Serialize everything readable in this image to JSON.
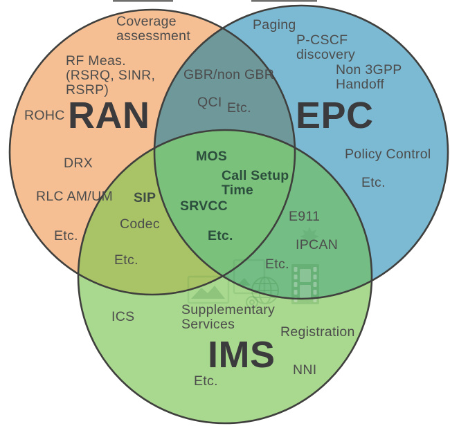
{
  "diagram_type": "venn-3",
  "colors": {
    "ran_fill": "#F6BF93",
    "epc_fill": "#7CBAD3",
    "ims_fill": "#A9D98E",
    "ran_epc_fill": "#6F989B",
    "ran_ims_fill": "#A8C466",
    "epc_ims_fill": "#74BD84",
    "center_fill": "#7AC17C",
    "outline": "#3F3F3D",
    "label_text": "#4C4C4C",
    "center_label_text": "#2C4E3D",
    "title_text": "#3B3B3D",
    "watermark": "#2E7C3E"
  },
  "regions": {
    "ran": {
      "title": "RAN",
      "items": {
        "coverage": "Coverage\nassessment",
        "rf_meas": "RF Meas.\n(RSRQ, SINR,\nRSRP)",
        "rohc": "ROHC",
        "drx": "DRX",
        "rlc_am_um": "RLC AM/UM",
        "etc": "Etc."
      }
    },
    "epc": {
      "title": "EPC",
      "items": {
        "paging": "Paging",
        "pcscf_discovery": "P-CSCF\ndiscovery",
        "non_3gpp_handoff": "Non 3GPP\nHandoff",
        "policy_control": "Policy Control",
        "etc": "Etc."
      }
    },
    "ims": {
      "title": "IMS",
      "items": {
        "ics": "ICS",
        "supplementary_services": "Supplementary\nServices",
        "registration": "Registration",
        "nni": "NNI",
        "etc": "Etc."
      }
    },
    "ran_epc": {
      "items": {
        "gbr": "GBR/non GBR",
        "qci": "QCI",
        "etc": "Etc."
      }
    },
    "ran_ims": {
      "items": {
        "sip": "SIP",
        "codec": "Codec",
        "etc": "Etc."
      }
    },
    "epc_ims": {
      "items": {
        "e911": "E911",
        "ipcan": "IPCAN",
        "etc": "Etc."
      }
    },
    "center": {
      "items": {
        "mos": "MOS",
        "call_setup_time": "Call Setup\nTime",
        "srvcc": "SRVCC",
        "etc": "Etc."
      }
    }
  },
  "watermark_icons": [
    "picture-icon",
    "chart-picture-icon",
    "globe-icon",
    "gear-icon",
    "film-strip-icon",
    "burst-icon"
  ]
}
